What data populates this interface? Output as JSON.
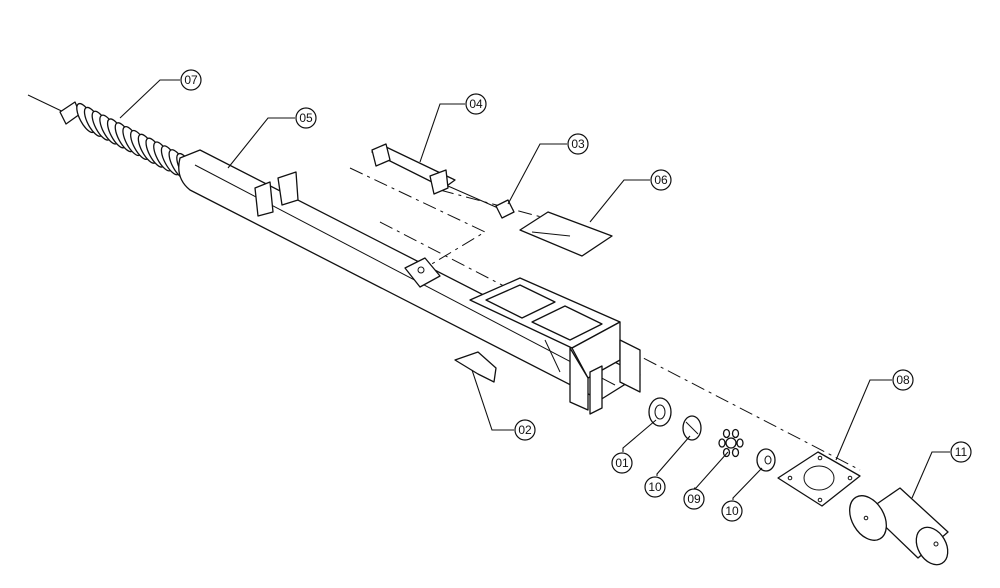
{
  "callouts": [
    {
      "id": "c01",
      "label": "01"
    },
    {
      "id": "c02",
      "label": "02"
    },
    {
      "id": "c03",
      "label": "03"
    },
    {
      "id": "c04",
      "label": "04"
    },
    {
      "id": "c05",
      "label": "05"
    },
    {
      "id": "c06",
      "label": "06"
    },
    {
      "id": "c07",
      "label": "07"
    },
    {
      "id": "c08",
      "label": "08"
    },
    {
      "id": "c09",
      "label": "09"
    },
    {
      "id": "c10a",
      "label": "10"
    },
    {
      "id": "c10b",
      "label": "10"
    },
    {
      "id": "c11",
      "label": "11"
    }
  ],
  "colors": {
    "line": "#111111",
    "paper": "#ffffff"
  }
}
